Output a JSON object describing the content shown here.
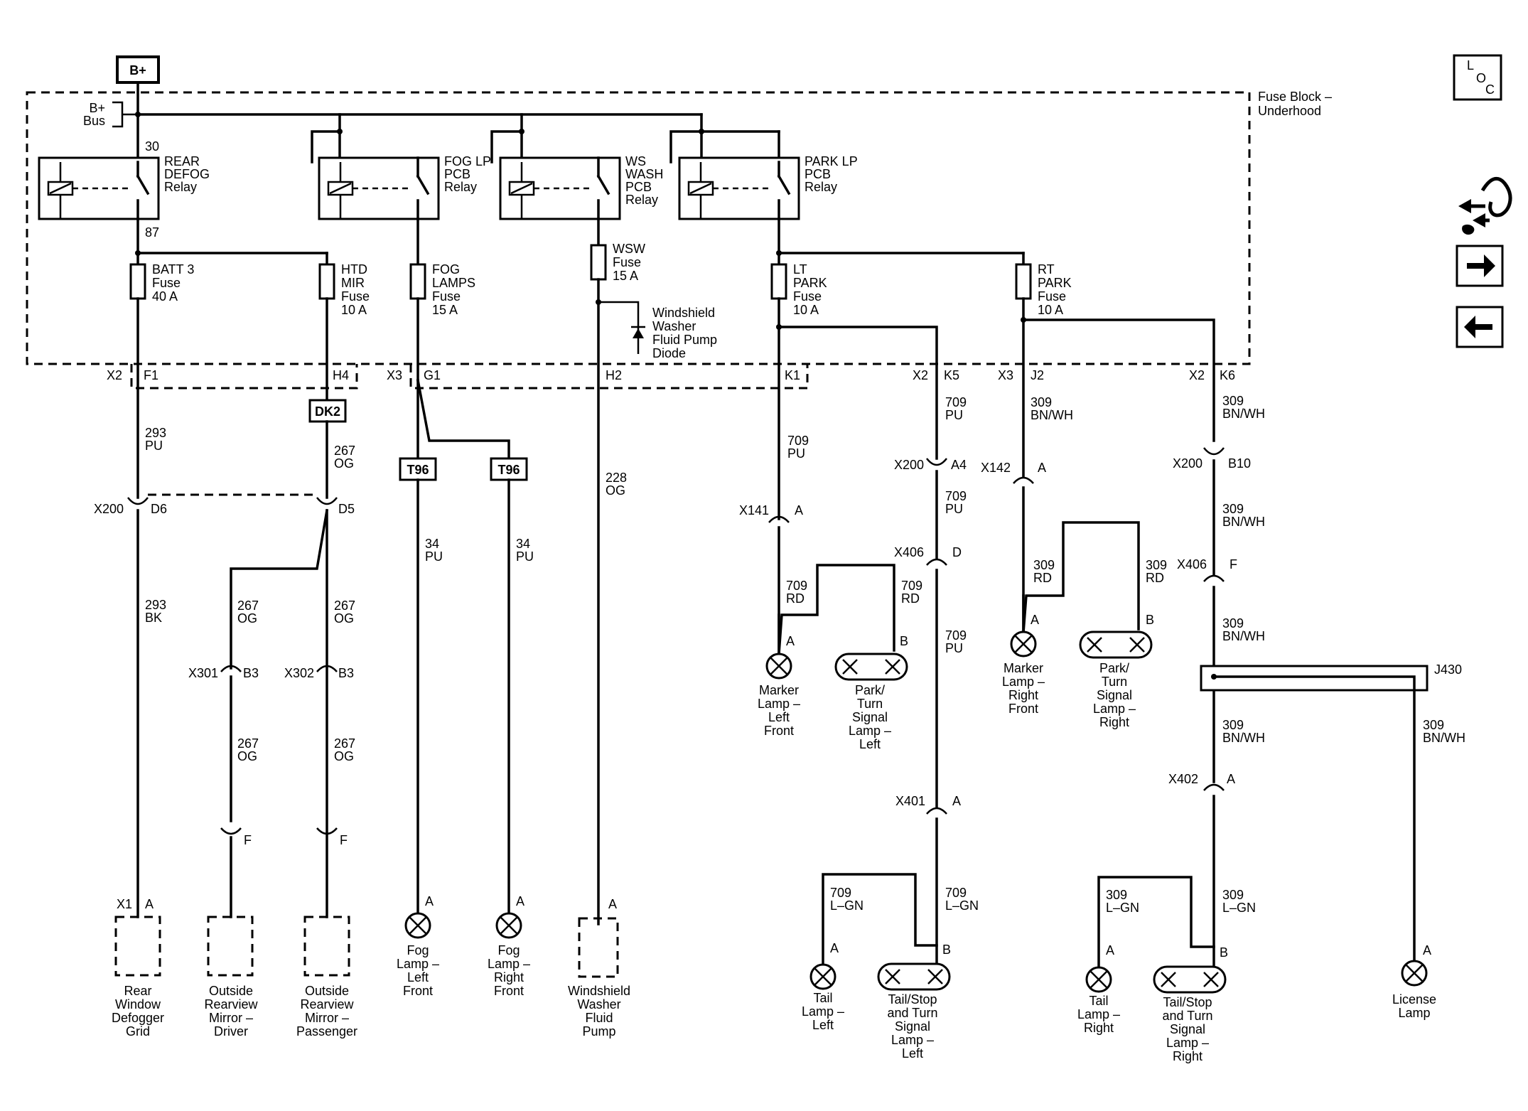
{
  "supply": {
    "b_plus": "B+",
    "bus_line1": "B+",
    "bus_line2": "Bus"
  },
  "fuse_block": {
    "line1": "Fuse Block –",
    "line2": "Underhood"
  },
  "icons": {
    "loc_l": "L",
    "loc_o": "O",
    "loc_c": "C"
  },
  "relays": {
    "rear_defog": [
      "REAR",
      "DEFOG",
      "Relay"
    ],
    "fog_lp": [
      "FOG LP",
      "PCB",
      "Relay"
    ],
    "ws_wash": [
      "WS",
      "WASH",
      "PCB",
      "Relay"
    ],
    "park_lp": [
      "PARK LP",
      "PCB",
      "Relay"
    ],
    "pin30": "30",
    "pin87": "87"
  },
  "fuses": {
    "batt3": [
      "BATT 3",
      "Fuse",
      "40 A"
    ],
    "htd_mir": [
      "HTD",
      "MIR",
      "Fuse",
      "10 A"
    ],
    "fog_lamps": [
      "FOG",
      "LAMPS",
      "Fuse",
      "15 A"
    ],
    "wsw": [
      "WSW",
      "Fuse",
      "15 A"
    ],
    "lt_park": [
      "LT",
      "PARK",
      "Fuse",
      "10 A"
    ],
    "rt_park": [
      "RT",
      "PARK",
      "Fuse",
      "10 A"
    ]
  },
  "diode": [
    "Windshield",
    "Washer",
    "Fluid Pump",
    "Diode"
  ],
  "block_conn": {
    "x2a": "X2",
    "f1": "F1",
    "h4": "H4",
    "x3a": "X3",
    "g1": "G1",
    "h2": "H2",
    "k1": "K1",
    "x2b": "X2",
    "k5": "K5",
    "x3b": "X3",
    "j2": "J2",
    "x2c": "X2",
    "k6": "K6"
  },
  "splices": {
    "dk2": "DK2",
    "t96a": "T96",
    "t96b": "T96",
    "j430": "J430"
  },
  "wires": {
    "w293pu": [
      "293",
      "PU"
    ],
    "w267og_a": [
      "267",
      "OG"
    ],
    "w293bk": [
      "293",
      "BK"
    ],
    "w267og_b": [
      "267",
      "OG"
    ],
    "w267og_c": [
      "267",
      "OG"
    ],
    "w267og_d": [
      "267",
      "OG"
    ],
    "w267og_e": [
      "267",
      "OG"
    ],
    "w34pu_a": [
      "34",
      "PU"
    ],
    "w34pu_b": [
      "34",
      "PU"
    ],
    "w228og": [
      "228",
      "OG"
    ],
    "w709pu_k1": [
      "709",
      "PU"
    ],
    "w709pu_k5": [
      "709",
      "PU"
    ],
    "w709pu_a4": [
      "709",
      "PU"
    ],
    "w709pu_d": [
      "709",
      "PU"
    ],
    "w709rd_a": [
      "709",
      "RD"
    ],
    "w709rd_b": [
      "709",
      "RD"
    ],
    "w309_j2": [
      "309",
      "BN/WH"
    ],
    "w309rd_a": [
      "309",
      "RD"
    ],
    "w309rd_b": [
      "309",
      "RD"
    ],
    "w309_k6": [
      "309",
      "BN/WH"
    ],
    "w309_b10": [
      "309",
      "BN/WH"
    ],
    "w309_f": [
      "309",
      "BN/WH"
    ],
    "w309_j430a": [
      "309",
      "BN/WH"
    ],
    "w309_j430b": [
      "309",
      "BN/WH"
    ],
    "w709lgn_a": [
      "709",
      "L–GN"
    ],
    "w709lgn_b": [
      "709",
      "L–GN"
    ],
    "w309lgn_a": [
      "309",
      "L–GN"
    ],
    "w309lgn_b": [
      "309",
      "L–GN"
    ]
  },
  "connectors": {
    "x200": "X200",
    "d6": "D6",
    "d5": "D5",
    "x301": "X301",
    "b3a": "B3",
    "x302": "X302",
    "b3b": "B3",
    "fa": "F",
    "fb": "F",
    "x141": "X141",
    "ax141": "A",
    "x200b": "X200",
    "a4": "A4",
    "x406": "X406",
    "dd": "D",
    "x142": "X142",
    "ax142": "A",
    "x200c": "X200",
    "b10": "B10",
    "x406b": "X406",
    "ff": "F",
    "x401": "X401",
    "ax401": "A",
    "x402": "X402",
    "ax402": "A",
    "x1": "X1",
    "ax1": "A"
  },
  "pins": {
    "fog_l_a": "A",
    "fog_r_a": "A",
    "wwp_a": "A",
    "marker_l_a": "A",
    "park_l_b": "B",
    "marker_r_a": "A",
    "park_r_b": "B",
    "tail_l_a": "A",
    "tailstop_l_b": "B",
    "tail_r_a": "A",
    "tailstop_r_b": "B",
    "license_a": "A"
  },
  "components": {
    "rear_window": [
      "Rear",
      "Window",
      "Defogger",
      "Grid"
    ],
    "mirror_driver": [
      "Outside",
      "Rearview",
      "Mirror –",
      "Driver"
    ],
    "mirror_pass": [
      "Outside",
      "Rearview",
      "Mirror –",
      "Passenger"
    ],
    "fog_left": [
      "Fog",
      "Lamp –",
      "Left",
      "Front"
    ],
    "fog_right": [
      "Fog",
      "Lamp –",
      "Right",
      "Front"
    ],
    "washer_pump": [
      "Windshield",
      "Washer",
      "Fluid",
      "Pump"
    ],
    "marker_left": [
      "Marker",
      "Lamp –",
      "Left",
      "Front"
    ],
    "park_left": [
      "Park/",
      "Turn",
      "Signal",
      "Lamp –",
      "Left"
    ],
    "marker_right": [
      "Marker",
      "Lamp –",
      "Right",
      "Front"
    ],
    "park_right": [
      "Park/",
      "Turn",
      "Signal",
      "Lamp –",
      "Right"
    ],
    "tail_left": [
      "Tail",
      "Lamp –",
      "Left"
    ],
    "tailstop_left": [
      "Tail/Stop",
      "and Turn",
      "Signal",
      "Lamp –",
      "Left"
    ],
    "tail_right": [
      "Tail",
      "Lamp –",
      "Right"
    ],
    "tailstop_right": [
      "Tail/Stop",
      "and Turn",
      "Signal",
      "Lamp –",
      "Right"
    ],
    "license": [
      "License",
      "Lamp"
    ]
  }
}
